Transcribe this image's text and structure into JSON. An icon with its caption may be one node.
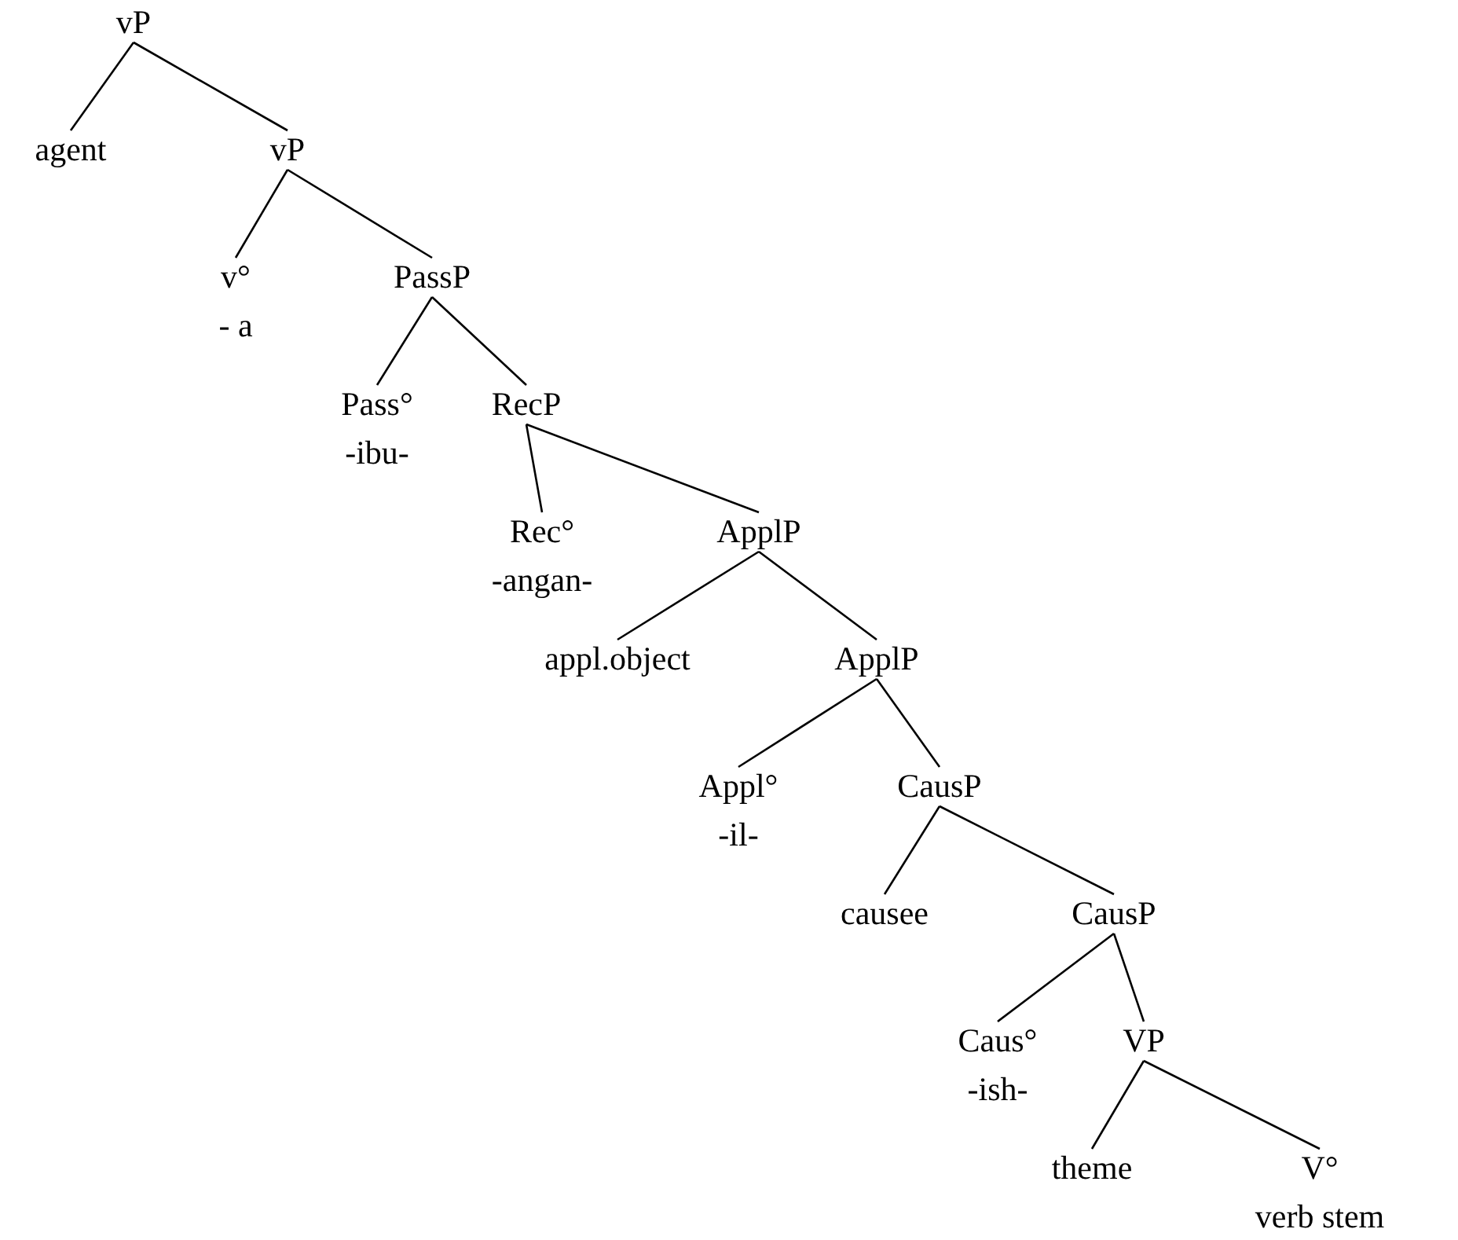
{
  "diagram": {
    "nodes": [
      {
        "text": [
          "vP"
        ]
      },
      {
        "text": [
          "agent"
        ]
      },
      {
        "text": [
          "vP"
        ]
      },
      {
        "text": [
          "v°",
          "- a"
        ]
      },
      {
        "text": [
          "PassP"
        ]
      },
      {
        "text": [
          "Pass°",
          "-ibu-"
        ]
      },
      {
        "text": [
          "RecP"
        ]
      },
      {
        "text": [
          "Rec°",
          "-angan-"
        ]
      },
      {
        "text": [
          "ApplP"
        ]
      },
      {
        "text": [
          "appl.object"
        ]
      },
      {
        "text": [
          "ApplP"
        ]
      },
      {
        "text": [
          "Appl°",
          "-il-"
        ]
      },
      {
        "text": [
          "CausP"
        ]
      },
      {
        "text": [
          "causee"
        ]
      },
      {
        "text": [
          "CausP"
        ]
      },
      {
        "text": [
          "Caus°",
          "-ish-"
        ]
      },
      {
        "text": [
          "VP"
        ]
      },
      {
        "text": [
          "theme"
        ]
      },
      {
        "text": [
          "V°",
          "verb stem"
        ]
      }
    ],
    "edges": [
      {
        "from": 0,
        "to": 1,
        "arrow": "none"
      },
      {
        "from": 0,
        "to": 2,
        "arrow": "none"
      },
      {
        "from": 2,
        "to": 3,
        "arrow": "none"
      },
      {
        "from": 2,
        "to": 4,
        "arrow": "none"
      },
      {
        "from": 4,
        "to": 5,
        "arrow": "none"
      },
      {
        "from": 4,
        "to": 6,
        "arrow": "none"
      },
      {
        "from": 6,
        "to": 7,
        "arrow": "none"
      },
      {
        "from": 6,
        "to": 8,
        "arrow": "none"
      },
      {
        "from": 8,
        "to": 9,
        "arrow": "none"
      },
      {
        "from": 8,
        "to": 10,
        "arrow": "none"
      },
      {
        "from": 10,
        "to": 11,
        "arrow": "none"
      },
      {
        "from": 10,
        "to": 12,
        "arrow": "none"
      },
      {
        "from": 12,
        "to": 13,
        "arrow": "none"
      },
      {
        "from": 12,
        "to": 14,
        "arrow": "none"
      },
      {
        "from": 14,
        "to": 15,
        "arrow": "none"
      },
      {
        "from": 14,
        "to": 16,
        "arrow": "none"
      },
      {
        "from": 16,
        "to": 17,
        "arrow": "none"
      },
      {
        "from": 16,
        "to": 18,
        "arrow": "none"
      }
    ]
  }
}
